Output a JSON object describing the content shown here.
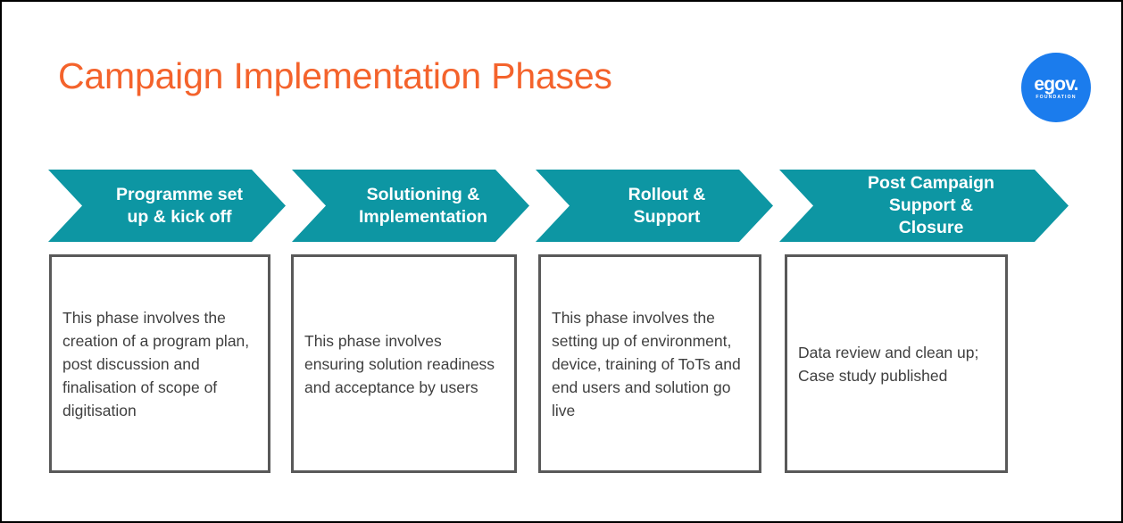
{
  "slide": {
    "title": "Campaign Implementation Phases",
    "accent_orange": "#f4632c",
    "accent_teal": "#0d96a3",
    "logo_blue": "#1b7ced",
    "box_border": "#595959",
    "frame_border": "#000000"
  },
  "logo": {
    "wordmark": "egov.",
    "subtitle": "FOUNDATION"
  },
  "phases": [
    {
      "label": "Programme set\nup & kick off",
      "description": "This phase involves the creation of a program plan, post discussion and finalisation of scope of digitisation"
    },
    {
      "label": "Solutioning &\nImplementation",
      "description": "This phase involves ensuring solution readiness and acceptance by users"
    },
    {
      "label": "Rollout &\nSupport",
      "description": "This phase involves the setting up of environment, device, training of ToTs and end users and solution go live"
    },
    {
      "label": "Post Campaign\nSupport &\nClosure",
      "description": "Data review and clean up;\nCase study published"
    }
  ]
}
